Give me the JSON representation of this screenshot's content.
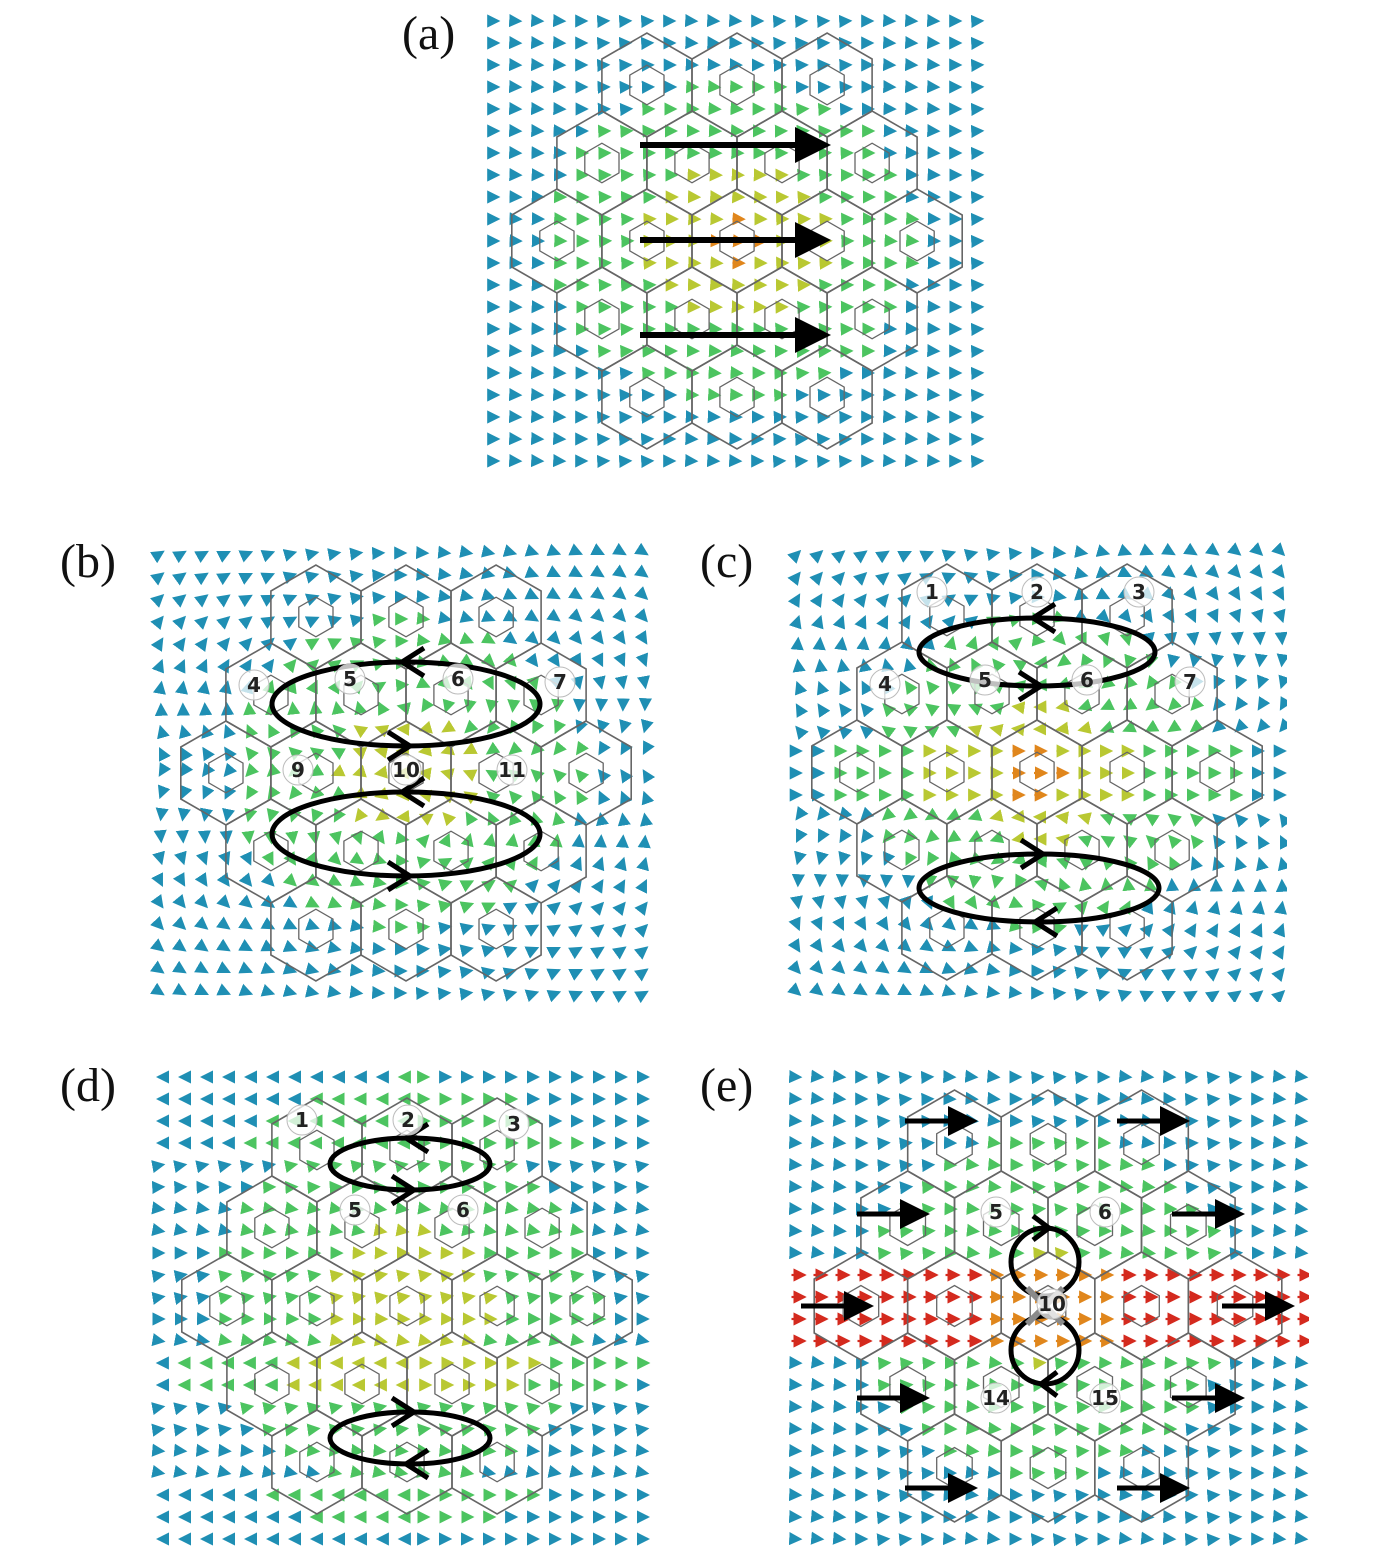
{
  "figure": {
    "palette": {
      "hex_outline": "#666666",
      "field_weak": "#1f8fb4",
      "field_mid": "#4cc460",
      "field_strong": "#b9c832",
      "field_hot": "#e0861c",
      "field_max": "#d42a1e",
      "overlay": "#000000"
    },
    "panels": [
      {
        "id": "a",
        "label": "(a)",
        "hex_numbers": [],
        "overlays": [
          "straight-arrow",
          "straight-arrow",
          "straight-arrow"
        ]
      },
      {
        "id": "b",
        "label": "(b)",
        "hex_numbers": [
          "4",
          "5",
          "6",
          "7",
          "9",
          "10",
          "11"
        ],
        "overlays": [
          "loop-ellipse",
          "loop-ellipse"
        ]
      },
      {
        "id": "c",
        "label": "(c)",
        "hex_numbers": [
          "1",
          "2",
          "3",
          "4",
          "5",
          "6",
          "7"
        ],
        "overlays": [
          "loop-ellipse",
          "loop-ellipse"
        ]
      },
      {
        "id": "d",
        "label": "(d)",
        "hex_numbers": [
          "1",
          "2",
          "3",
          "5",
          "6"
        ],
        "overlays": [
          "loop-ellipse",
          "loop-ellipse"
        ]
      },
      {
        "id": "e",
        "label": "(e)",
        "hex_numbers": [
          "5",
          "6",
          "10",
          "14",
          "15"
        ],
        "overlays": [
          "straight-arrow",
          "figure-eight-loop"
        ]
      }
    ]
  }
}
